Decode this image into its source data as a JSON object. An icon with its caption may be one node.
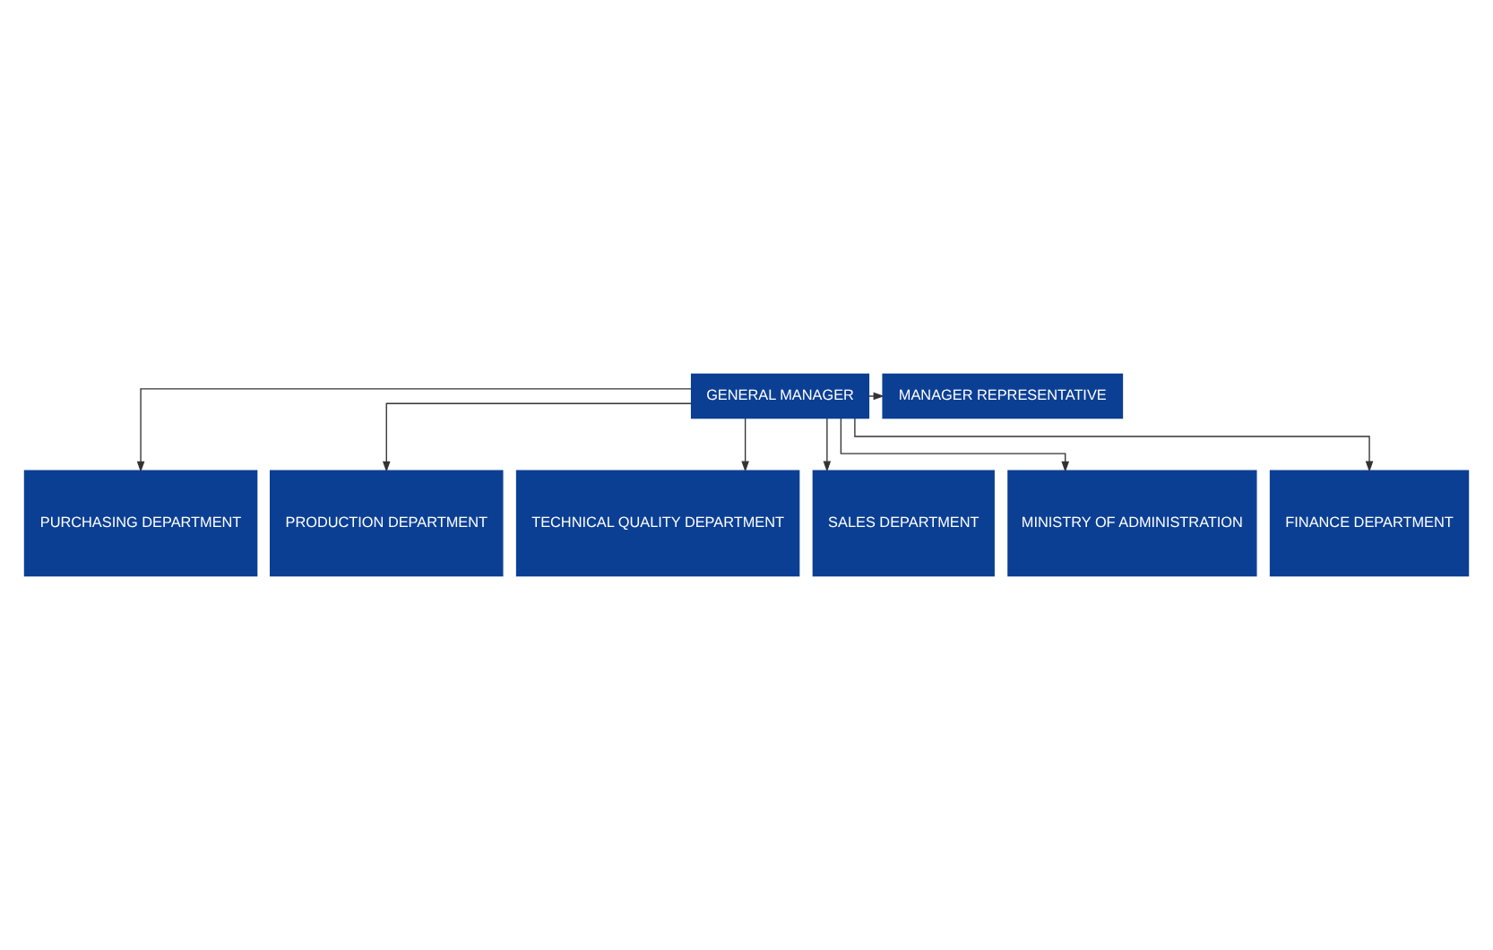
{
  "diagram": {
    "nodes": [
      {
        "text": [
          "GENERAL MANAGER"
        ]
      },
      {
        "text": [
          "MANAGER REPRESENTATIVE"
        ]
      },
      {
        "text": [
          "PURCHASING DEPARTMENT"
        ]
      },
      {
        "text": [
          "PRODUCTION DEPARTMENT"
        ]
      },
      {
        "text": [
          "TECHNICAL QUALITY DEPARTMENT"
        ]
      },
      {
        "text": [
          "SALES DEPARTMENT"
        ]
      },
      {
        "text": [
          "MINISTRY OF ADMINISTRATION"
        ]
      },
      {
        "text": [
          "FINANCE DEPARTMENT"
        ]
      }
    ],
    "edges": [
      {
        "from": 0,
        "to": 1,
        "arrow": "to"
      },
      {
        "from": 0,
        "to": 2,
        "arrow": "to"
      },
      {
        "from": 0,
        "to": 3,
        "arrow": "to"
      },
      {
        "from": 0,
        "to": 4,
        "arrow": "to"
      },
      {
        "from": 0,
        "to": 5,
        "arrow": "to"
      },
      {
        "from": 0,
        "to": 6,
        "arrow": "to"
      },
      {
        "from": 0,
        "to": 7,
        "arrow": "to"
      }
    ]
  }
}
